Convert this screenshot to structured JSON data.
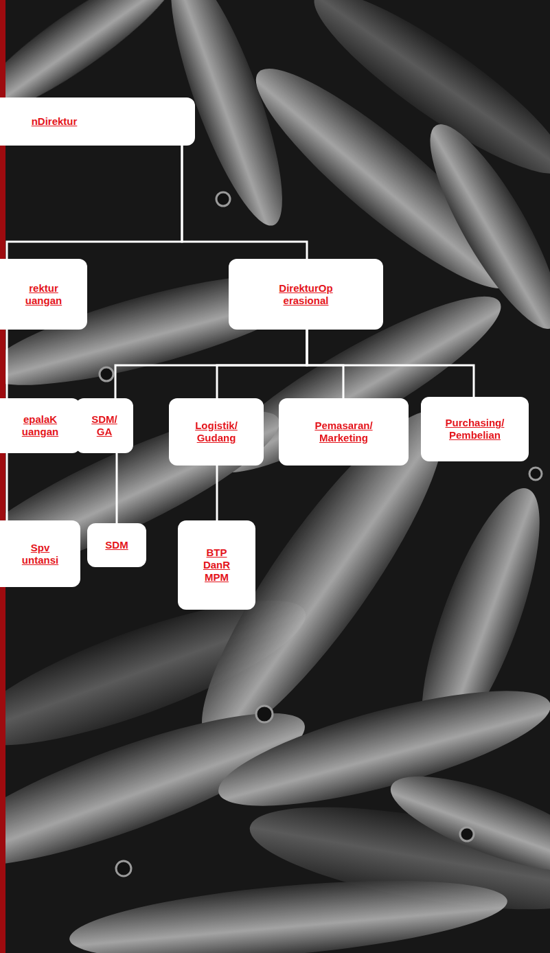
{
  "diagram": {
    "nodes": [
      {
        "text": [
          "nDirektur"
        ]
      },
      {
        "text": [
          "rektur uangan"
        ]
      },
      {
        "text": [
          "DirekturOp erasional"
        ]
      },
      {
        "text": [
          "epalaK uangan"
        ]
      },
      {
        "text": [
          "SDM/ GA"
        ]
      },
      {
        "text": [
          "Logistik/ Gudang"
        ]
      },
      {
        "text": [
          "Pemasaran/ Marketing"
        ]
      },
      {
        "text": [
          "Purchasing/ Pembelian"
        ]
      },
      {
        "text": [
          "Spv untansi"
        ]
      },
      {
        "text": [
          "SDM"
        ]
      },
      {
        "text": [
          "BTP DanR MPM"
        ]
      }
    ],
    "edges": [
      {
        "from": 0,
        "to": 1,
        "arrow": "none"
      },
      {
        "from": 0,
        "to": 2,
        "arrow": "none"
      },
      {
        "from": 1,
        "to": 3,
        "arrow": "none"
      },
      {
        "from": 3,
        "to": 8,
        "arrow": "none"
      },
      {
        "from": 2,
        "to": 4,
        "arrow": "none"
      },
      {
        "from": 2,
        "to": 5,
        "arrow": "none"
      },
      {
        "from": 2,
        "to": 6,
        "arrow": "none"
      },
      {
        "from": 2,
        "to": 7,
        "arrow": "none"
      },
      {
        "from": 4,
        "to": 9,
        "arrow": "none"
      },
      {
        "from": 5,
        "to": 10,
        "arrow": "none"
      }
    ]
  }
}
